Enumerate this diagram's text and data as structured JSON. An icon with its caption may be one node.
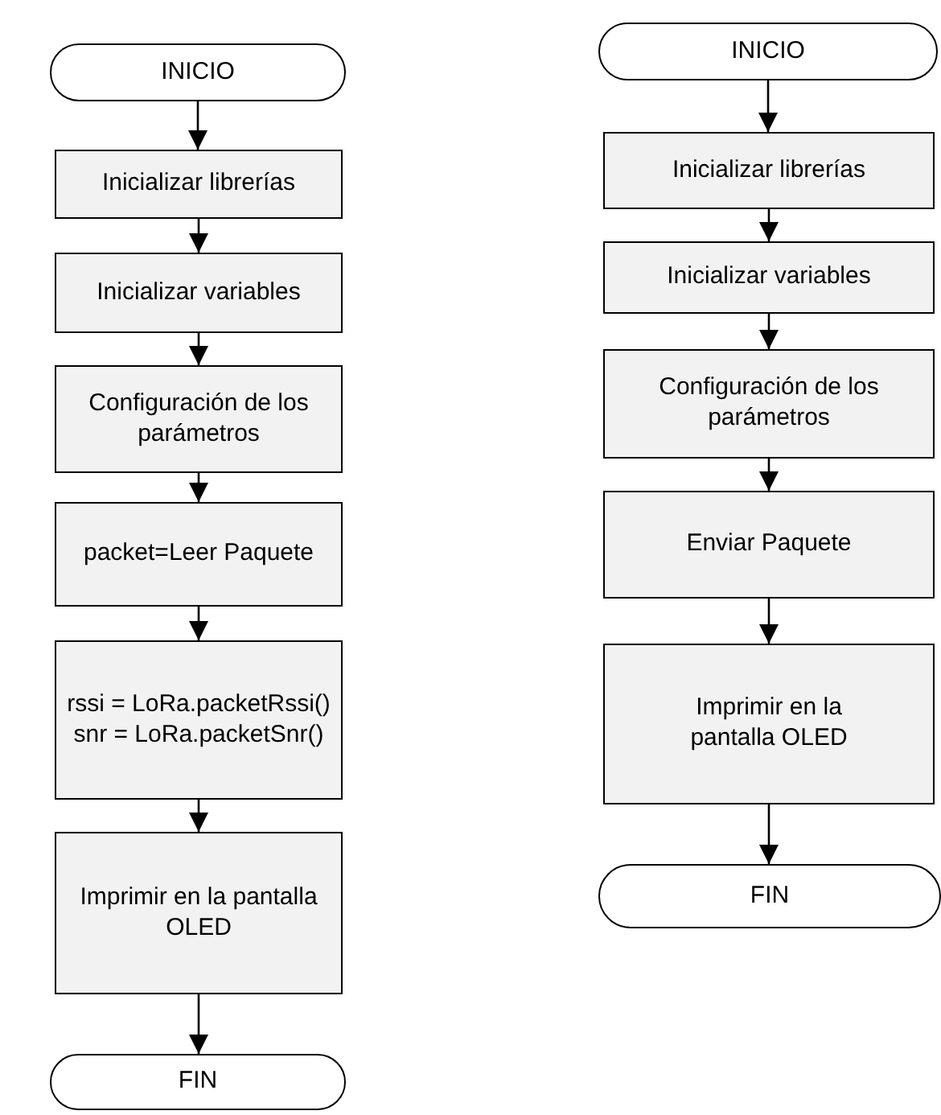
{
  "diagram": {
    "nodes": [
      {
        "text": [
          "INICIO"
        ]
      },
      {
        "text": [
          "Inicializar librerías"
        ]
      },
      {
        "text": [
          "Inicializar variables"
        ]
      },
      {
        "text": [
          "Configuración de los parámetros"
        ]
      },
      {
        "text": [
          "packet=Leer Paquete"
        ]
      },
      {
        "text": [
          "rssi = LoRa.packetRssi() snr = LoRa.packetSnr()"
        ]
      },
      {
        "text": [
          "Imprimir en la pantalla OLED"
        ]
      },
      {
        "text": [
          "FIN"
        ]
      },
      {
        "text": [
          "INICIO"
        ]
      },
      {
        "text": [
          "Inicializar librerías"
        ]
      },
      {
        "text": [
          "Inicializar variables"
        ]
      },
      {
        "text": [
          "Configuración de los parámetros"
        ]
      },
      {
        "text": [
          "Enviar Paquete"
        ]
      },
      {
        "text": [
          "Imprimir en la pantalla OLED"
        ]
      },
      {
        "text": [
          "FIN"
        ]
      }
    ],
    "edges": [
      {
        "from": 0,
        "to": 1,
        "arrow": "to"
      },
      {
        "from": 1,
        "to": 2,
        "arrow": "to"
      },
      {
        "from": 2,
        "to": 3,
        "arrow": "to"
      },
      {
        "from": 3,
        "to": 4,
        "arrow": "to"
      },
      {
        "from": 4,
        "to": 5,
        "arrow": "to"
      },
      {
        "from": 5,
        "to": 6,
        "arrow": "to"
      },
      {
        "from": 6,
        "to": 7,
        "arrow": "to"
      },
      {
        "from": 8,
        "to": 9,
        "arrow": "to"
      },
      {
        "from": 9,
        "to": 10,
        "arrow": "to"
      },
      {
        "from": 10,
        "to": 11,
        "arrow": "to"
      },
      {
        "from": 11,
        "to": 12,
        "arrow": "to"
      },
      {
        "from": 12,
        "to": 13,
        "arrow": "to"
      },
      {
        "from": 13,
        "to": 14,
        "arrow": "to"
      }
    ]
  }
}
